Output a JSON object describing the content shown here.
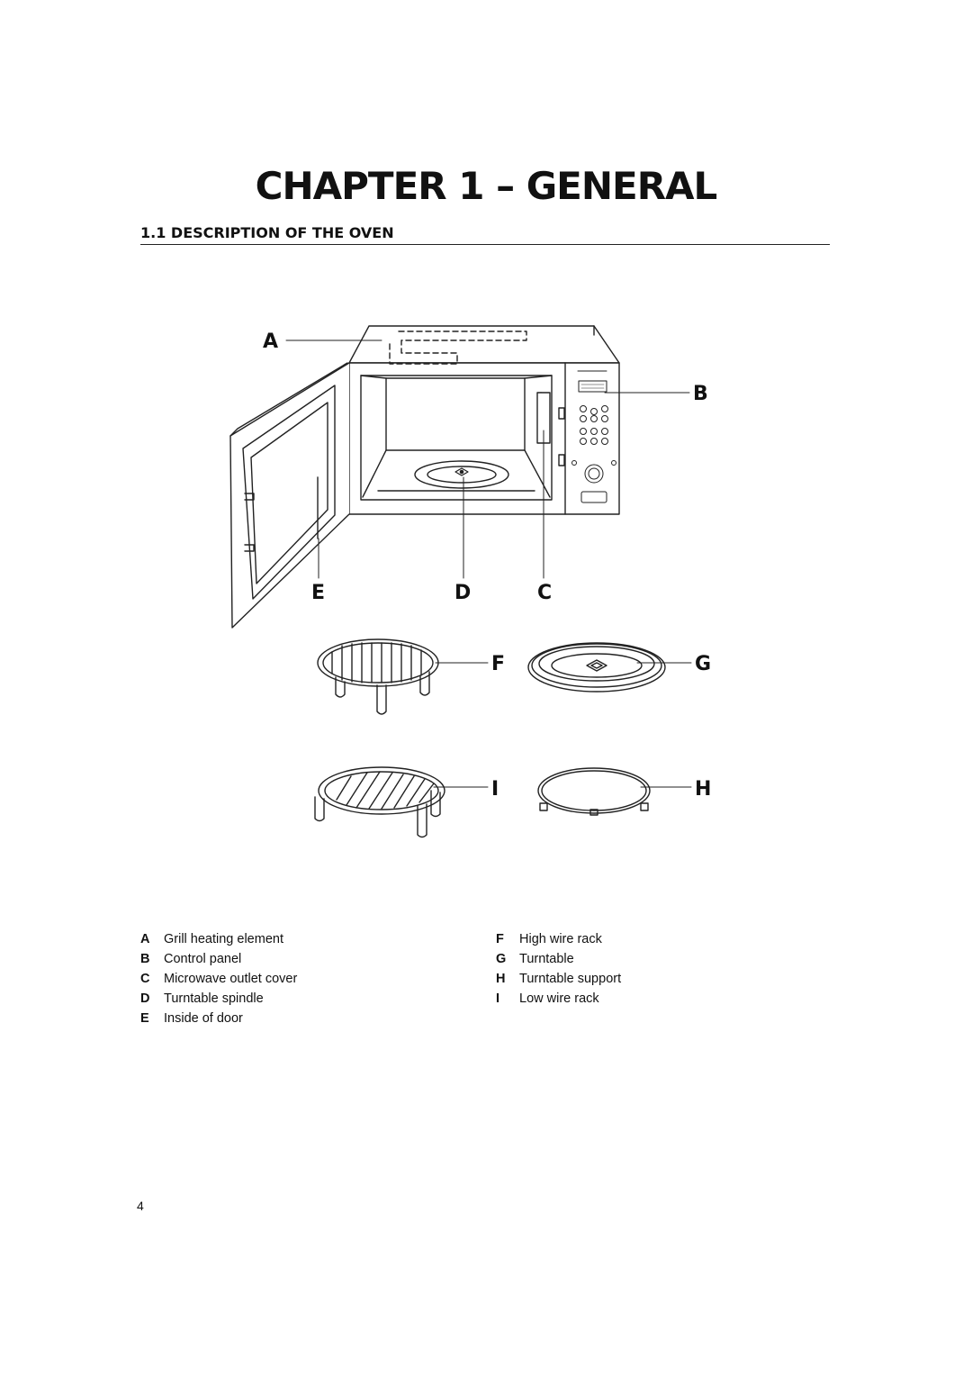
{
  "chapter_title": "CHAPTER 1 – GENERAL",
  "section_heading": "1.1 DESCRIPTION OF THE OVEN",
  "callouts": {
    "a": "A",
    "b": "B",
    "c": "C",
    "d": "D",
    "e": "E",
    "f": "F",
    "g": "G",
    "h": "H",
    "i": "I"
  },
  "legend_left": [
    {
      "letter": "A",
      "text": "Grill heating element"
    },
    {
      "letter": "B",
      "text": "Control panel"
    },
    {
      "letter": "C",
      "text": "Microwave outlet cover"
    },
    {
      "letter": "D",
      "text": "Turntable spindle"
    },
    {
      "letter": "E",
      "text": "Inside of door"
    }
  ],
  "legend_right": [
    {
      "letter": "F",
      "text": "High wire rack"
    },
    {
      "letter": "G",
      "text": "Turntable"
    },
    {
      "letter": "H",
      "text": "Turntable support"
    },
    {
      "letter": "I",
      "text": "Low wire rack"
    }
  ],
  "page_number": "4"
}
